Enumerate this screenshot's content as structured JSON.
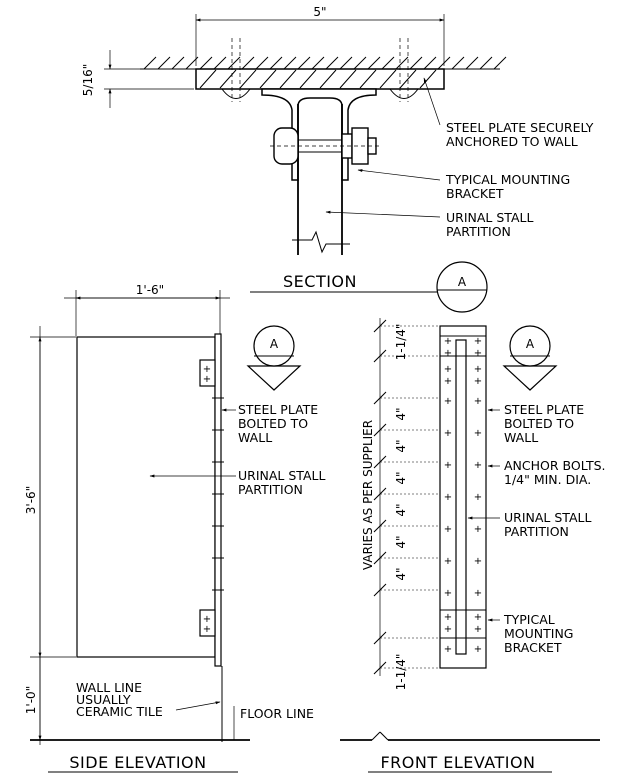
{
  "section": {
    "title": "SECTION",
    "tag": "A",
    "width_dim": "5\"",
    "thickness_dim": "5/16\"",
    "labels": {
      "steel_plate_1": "STEEL PLATE SECURELY",
      "steel_plate_2": "ANCHORED TO WALL",
      "bracket_1": "TYPICAL MOUNTING",
      "bracket_2": "BRACKET",
      "partition_1": "URINAL STALL",
      "partition_2": "PARTITION"
    }
  },
  "side_elevation": {
    "title": "SIDE ELEVATION",
    "tag": "A",
    "width_dim": "1'-6\"",
    "height_dim": "3'-6\"",
    "base_dim": "1'-0\"",
    "labels": {
      "plate_1": "STEEL PLATE",
      "plate_2": "BOLTED TO",
      "plate_3": "WALL",
      "partition_1": "URINAL STALL",
      "partition_2": "PARTITION",
      "wall_1": "WALL LINE",
      "wall_2": "USUALLY",
      "wall_3": "CERAMIC TILE",
      "floor": "FLOOR LINE"
    }
  },
  "front_elevation": {
    "title": "FRONT ELEVATION",
    "tag": "A",
    "varies_dim": "VARIES AS PER SUPPLIER",
    "top_dim": "1-1/4\"",
    "bottom_dim": "1-1/4\"",
    "spacing_dims": [
      "4\"",
      "4\"",
      "4\"",
      "4\"",
      "4\"",
      "4\""
    ],
    "labels": {
      "plate_1": "STEEL PLATE",
      "plate_2": "BOLTED TO",
      "plate_3": "WALL",
      "anchor_1": "ANCHOR BOLTS.",
      "anchor_2": "1/4\" MIN. DIA.",
      "partition_1": "URINAL STALL",
      "partition_2": "PARTITION",
      "bracket_1": "TYPICAL",
      "bracket_2": "MOUNTING",
      "bracket_3": "BRACKET"
    }
  }
}
